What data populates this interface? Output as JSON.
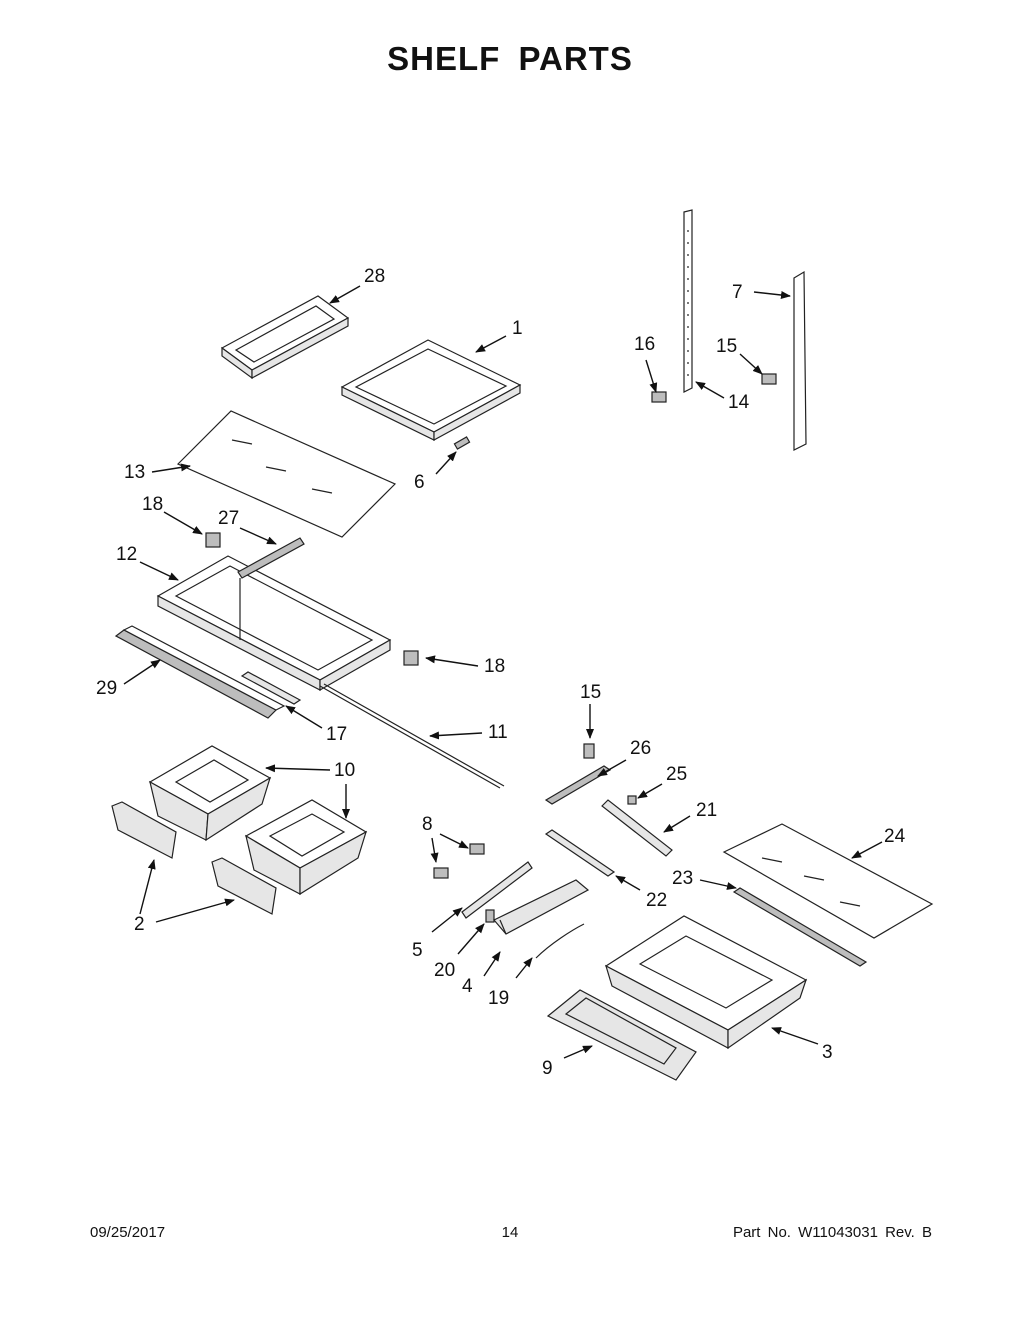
{
  "title": "SHELF  PARTS",
  "callouts": {
    "c1": "1",
    "c2": "2",
    "c3": "3",
    "c4": "4",
    "c5": "5",
    "c6": "6",
    "c7": "7",
    "c8": "8",
    "c9": "9",
    "c10": "10",
    "c11": "11",
    "c12": "12",
    "c13": "13",
    "c14": "14",
    "c15a": "15",
    "c15b": "15",
    "c16": "16",
    "c17": "17",
    "c18a": "18",
    "c18b": "18",
    "c19": "19",
    "c20": "20",
    "c21": "21",
    "c22": "22",
    "c23": "23",
    "c24": "24",
    "c25": "25",
    "c26": "26",
    "c27": "27",
    "c28": "28",
    "c29": "29"
  },
  "footer": {
    "date": "09/25/2017",
    "page": "14",
    "part_no": "Part No.  W11043031  Rev.  B"
  }
}
